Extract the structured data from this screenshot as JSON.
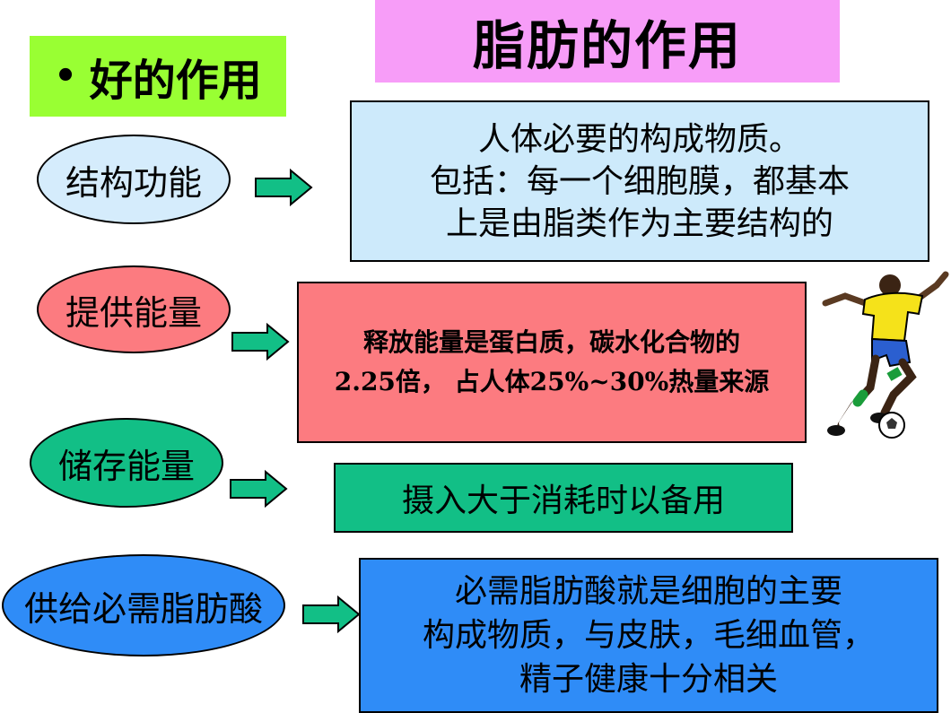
{
  "title": "脂肪的作用",
  "section": {
    "bullet": "•",
    "label": "好的作用"
  },
  "colors": {
    "title_bg": "#f79df8",
    "section_bg": "#99ff33",
    "oval_1": "#d5ecfc",
    "box_1": "#cdeafb",
    "oval_2": "#fc7b80",
    "box_2": "#fc7b80",
    "oval_3": "#12bf86",
    "box_3": "#12bf86",
    "oval_4": "#2f8cf7",
    "box_4": "#2f8cf7",
    "arrow": "#12bf86"
  },
  "functions": [
    {
      "name": "结构功能",
      "detail_lines": [
        "人体必要的构成物质。",
        "包括：每一个细胞膜，都基本",
        "上是由脂类作为主要结构的"
      ]
    },
    {
      "name": "提供能量",
      "detail_lines": [
        "释放能量是蛋白质，碳水化合物的",
        "2.25倍， 占人体25%~30%热量来源"
      ]
    },
    {
      "name": "储存能量",
      "detail_lines": [
        "摄入大于消耗时以备用"
      ]
    },
    {
      "name": "供给必需脂肪酸",
      "detail_lines": [
        "必需脂肪酸就是细胞的主要",
        "构成物质，与皮肤，毛细血管，",
        "精子健康十分相关"
      ]
    }
  ]
}
